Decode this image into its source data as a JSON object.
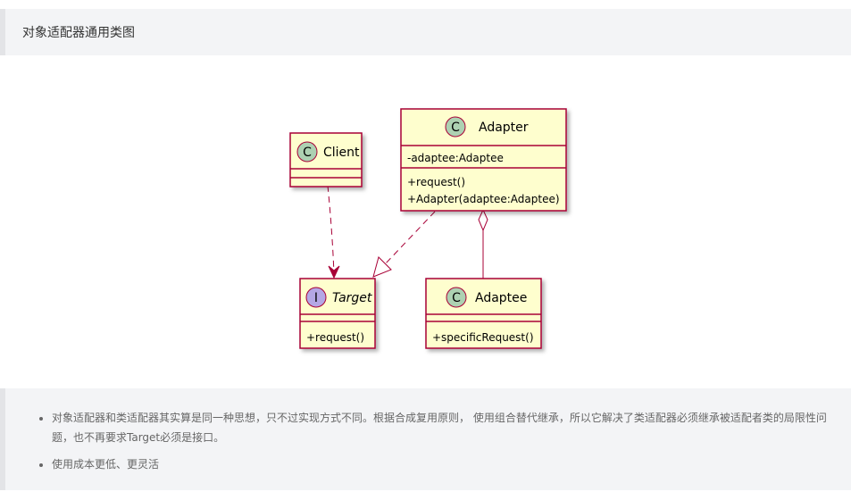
{
  "heading": {
    "title": "对象适配器通用类图"
  },
  "diagram": {
    "stereotype_class": "C",
    "stereotype_interface": "I",
    "classes": {
      "client": {
        "name": "Client",
        "attributes": [],
        "methods": []
      },
      "adapter": {
        "name": "Adapter",
        "attributes": [
          "-adaptee:Adaptee"
        ],
        "methods": [
          "+request()",
          "+Adapter(adaptee:Adaptee)"
        ]
      },
      "target": {
        "name": "Target",
        "attributes": [],
        "methods": [
          "+request()"
        ]
      },
      "adaptee": {
        "name": "Adaptee",
        "attributes": [],
        "methods": [
          "+specificRequest()"
        ]
      }
    },
    "relations": [
      {
        "from": "Client",
        "to": "Target",
        "type": "dependency"
      },
      {
        "from": "Adapter",
        "to": "Target",
        "type": "realization"
      },
      {
        "from": "Adapter",
        "to": "Adaptee",
        "type": "aggregation"
      }
    ],
    "colors": {
      "box_fill": "#fefece",
      "box_border": "#a80036",
      "class_badge": "#add1b2",
      "interface_badge": "#b4a7e5"
    }
  },
  "notes": [
    "对象适配器和类适配器其实算是同一种思想，只不过实现方式不同。根据合成复用原则， 使用组合替代继承，所以它解决了类适配器必须继承被适配者类的局限性问题，也不再要求Target必须是接口。",
    "使用成本更低、更灵活"
  ]
}
